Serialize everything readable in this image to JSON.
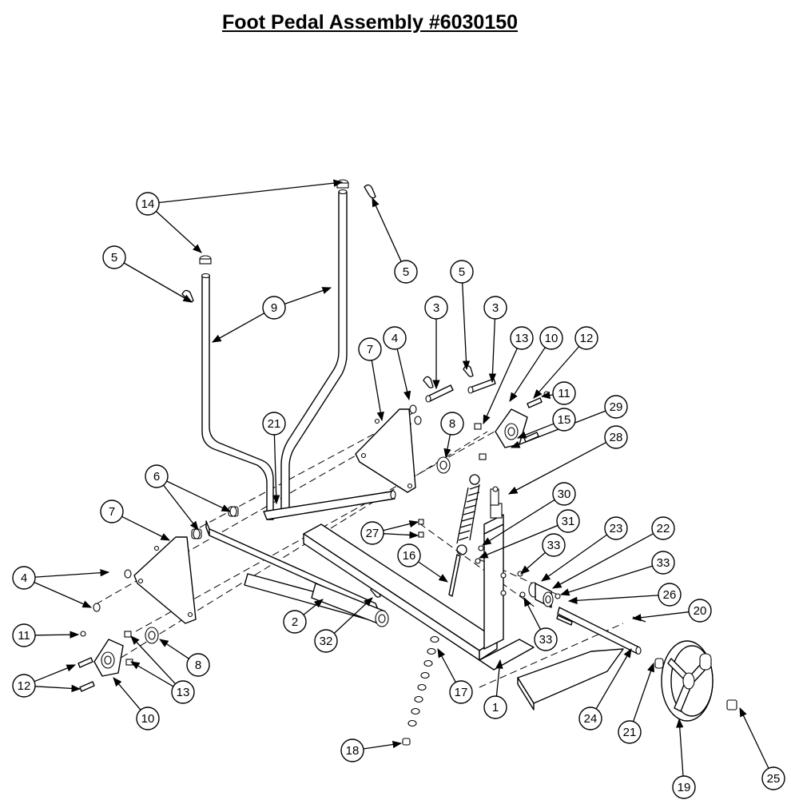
{
  "title": "Foot Pedal Assembly #6030150",
  "callouts": [
    {
      "label": "14"
    },
    {
      "label": "5"
    },
    {
      "label": "9"
    },
    {
      "label": "5"
    },
    {
      "label": "5"
    },
    {
      "label": "3"
    },
    {
      "label": "3"
    },
    {
      "label": "7"
    },
    {
      "label": "4"
    },
    {
      "label": "13"
    },
    {
      "label": "10"
    },
    {
      "label": "12"
    },
    {
      "label": "11"
    },
    {
      "label": "29"
    },
    {
      "label": "21"
    },
    {
      "label": "8"
    },
    {
      "label": "15"
    },
    {
      "label": "28"
    },
    {
      "label": "6"
    },
    {
      "label": "7"
    },
    {
      "label": "27"
    },
    {
      "label": "30"
    },
    {
      "label": "31"
    },
    {
      "label": "23"
    },
    {
      "label": "22"
    },
    {
      "label": "33"
    },
    {
      "label": "33"
    },
    {
      "label": "16"
    },
    {
      "label": "4"
    },
    {
      "label": "26"
    },
    {
      "label": "2"
    },
    {
      "label": "32"
    },
    {
      "label": "33"
    },
    {
      "label": "20"
    },
    {
      "label": "11"
    },
    {
      "label": "8"
    },
    {
      "label": "12"
    },
    {
      "label": "13"
    },
    {
      "label": "17"
    },
    {
      "label": "1"
    },
    {
      "label": "24"
    },
    {
      "label": "21"
    },
    {
      "label": "10"
    },
    {
      "label": "18"
    },
    {
      "label": "19"
    },
    {
      "label": "25"
    }
  ]
}
